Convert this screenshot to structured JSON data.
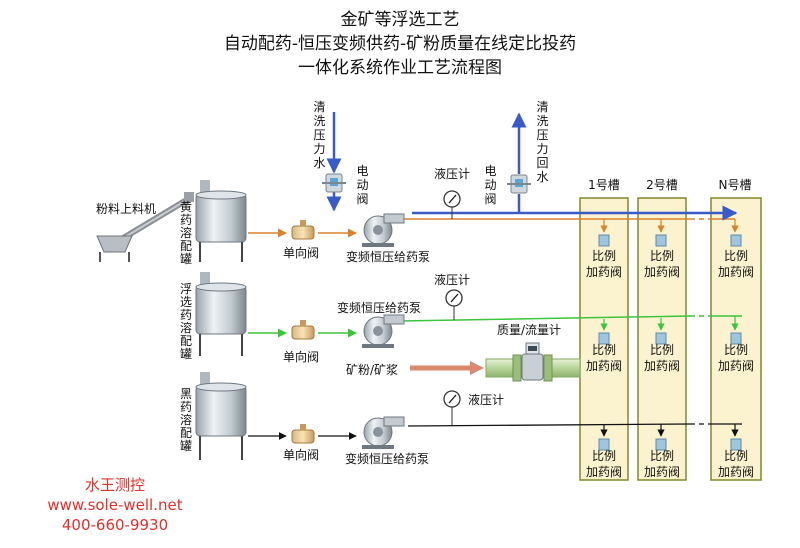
{
  "title": {
    "line1": "金矿等浮选工艺",
    "line2": "自动配药-恒压变频供药-矿粉质量在线定比投药",
    "line3": "一体化系统作业工艺流程图"
  },
  "labels": {
    "feeder": "粉料上料机",
    "tank_yellow": "黄药溶配罐",
    "tank_flotation": "浮选药溶配罐",
    "tank_black": "黑药溶配罐",
    "clean_water_in": "清洗压力水",
    "clean_water_return": "清洗压力回水",
    "electric_valve_1": "电动阀",
    "electric_valve_2": "电动阀",
    "check_valve_1": "单向阀",
    "check_valve_2": "单向阀",
    "check_valve_3": "单向阀",
    "pump_1": "变频恒压给药泵",
    "pump_2": "变频恒压给药泵",
    "pump_3": "变频恒压给药泵",
    "gauge_1": "液压计",
    "gauge_2": "液压计",
    "gauge_3": "液压计",
    "flowmeter": "质量/流量计",
    "slurry": "矿粉/矿浆"
  },
  "tanks": [
    {
      "name": "1号槽"
    },
    {
      "name": "2号槽"
    },
    {
      "name": "N号槽"
    }
  ],
  "ratio_valve": {
    "line1": "比例",
    "line2": "加药阀"
  },
  "company": {
    "name": "水王测控",
    "website": "www.sole-well.net",
    "phone": "400-660-9930"
  },
  "colors": {
    "yellow_line": "#d9822b",
    "green_line": "#3cc43c",
    "black_line": "#111111",
    "water_line": "#3a5bc7",
    "slurry_arrow": "#d98a6e",
    "tank_fill": "#fbf3cf",
    "tank_border": "#7f8a2a",
    "company": "#e0302a"
  }
}
